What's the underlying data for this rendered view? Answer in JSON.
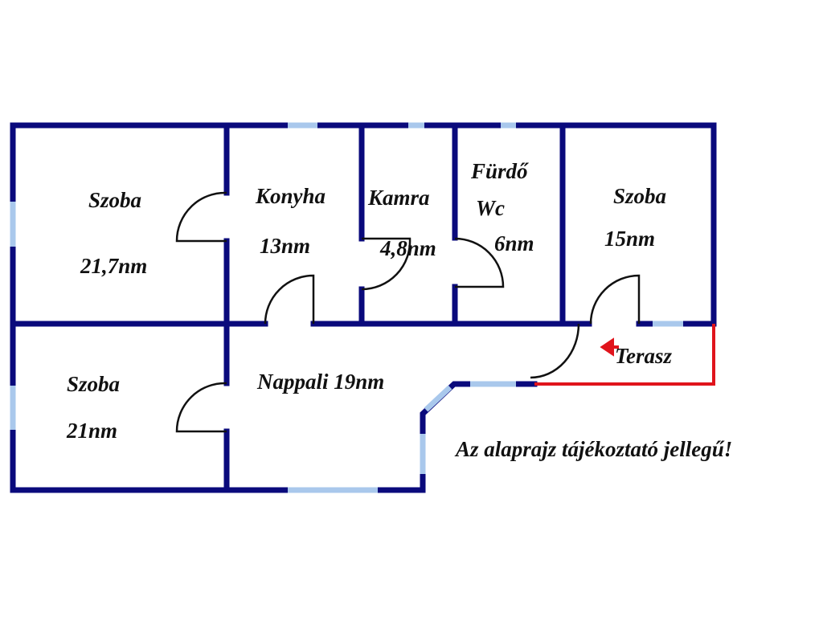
{
  "rooms": {
    "szoba1": {
      "name": "Szoba",
      "area": "21,7nm"
    },
    "konyha": {
      "name": "Konyha",
      "area": "13nm"
    },
    "kamra": {
      "name": "Kamra",
      "area": "4,8nm"
    },
    "furdo": {
      "name": "Fürdő",
      "name2": "Wc",
      "area": "6nm"
    },
    "szoba2": {
      "name": "Szoba",
      "area": "15nm"
    },
    "szoba3": {
      "name": "Szoba",
      "area": "21nm"
    },
    "nappali": {
      "label": "Nappali 19nm"
    },
    "terasz": {
      "name": "Terasz"
    }
  },
  "note": "Az alaprajz tájékoztató jellegű!",
  "colors": {
    "wall": "#0a0a7c",
    "window": "#a9c8ec",
    "terrace": "#e0141c"
  }
}
